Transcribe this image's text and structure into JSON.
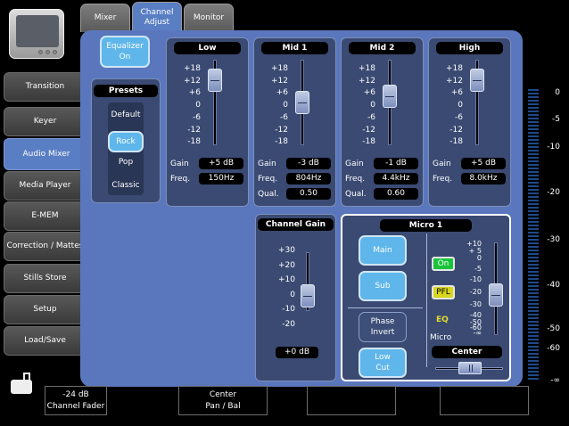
{
  "sidebar": [
    "Transition",
    "Keyer",
    "Audio Mixer",
    "Media Player",
    "E-MEM",
    "Correction / Mattes",
    "Stills Store",
    "Setup",
    "Load/Save"
  ],
  "tabs": [
    "Mixer",
    "Channel Adjust",
    "Monitor"
  ],
  "eq_button": "Equalizer On",
  "presets": {
    "title": "Presets",
    "items": [
      "Default",
      "Rock",
      "Pop",
      "Classic"
    ]
  },
  "scale_eq": [
    "+18",
    "+12",
    "+6",
    "0",
    "-6",
    "-12",
    "-18"
  ],
  "bands": [
    {
      "name": "Low",
      "gain": "+5 dB",
      "freq": "150Hz",
      "qual": ""
    },
    {
      "name": "Mid 1",
      "gain": "-3 dB",
      "freq": "804Hz",
      "qual": "0.50"
    },
    {
      "name": "Mid 2",
      "gain": "-1 dB",
      "freq": "4.4kHz",
      "qual": "0.60"
    },
    {
      "name": "High",
      "gain": "+5 dB",
      "freq": "8.0kHz",
      "qual": ""
    }
  ],
  "labels": {
    "gain": "Gain",
    "freq": "Freq.",
    "qual": "Qual."
  },
  "channel_gain": {
    "title": "Channel Gain",
    "scale": [
      "+30",
      "+20",
      "+10",
      "0",
      "-10",
      "-20"
    ],
    "value": "+0 dB"
  },
  "micro": {
    "title": "Micro 1",
    "main": "Main",
    "sub": "Sub",
    "phase": "Phase Invert",
    "lowcut": "Low Cut",
    "on": "On",
    "pfl": "PFL",
    "eq": "EQ",
    "micro": "Micro",
    "center": "Center",
    "scale": [
      "+10",
      "+ 5",
      "0",
      "-5",
      "-10",
      "-20",
      "-30",
      "-40",
      "-50",
      "-60",
      "-∞"
    ]
  },
  "vu_scale": [
    "0",
    "-5",
    "-10",
    "-20",
    "-30",
    "-40",
    "-50",
    "-60",
    "-∞"
  ],
  "bottom": [
    {
      "l1": "-24 dB",
      "l2": "Channel Fader"
    },
    {
      "l1": "Center",
      "l2": "Pan / Bal"
    },
    {
      "l1": "",
      "l2": ""
    },
    {
      "l1": "",
      "l2": ""
    }
  ]
}
